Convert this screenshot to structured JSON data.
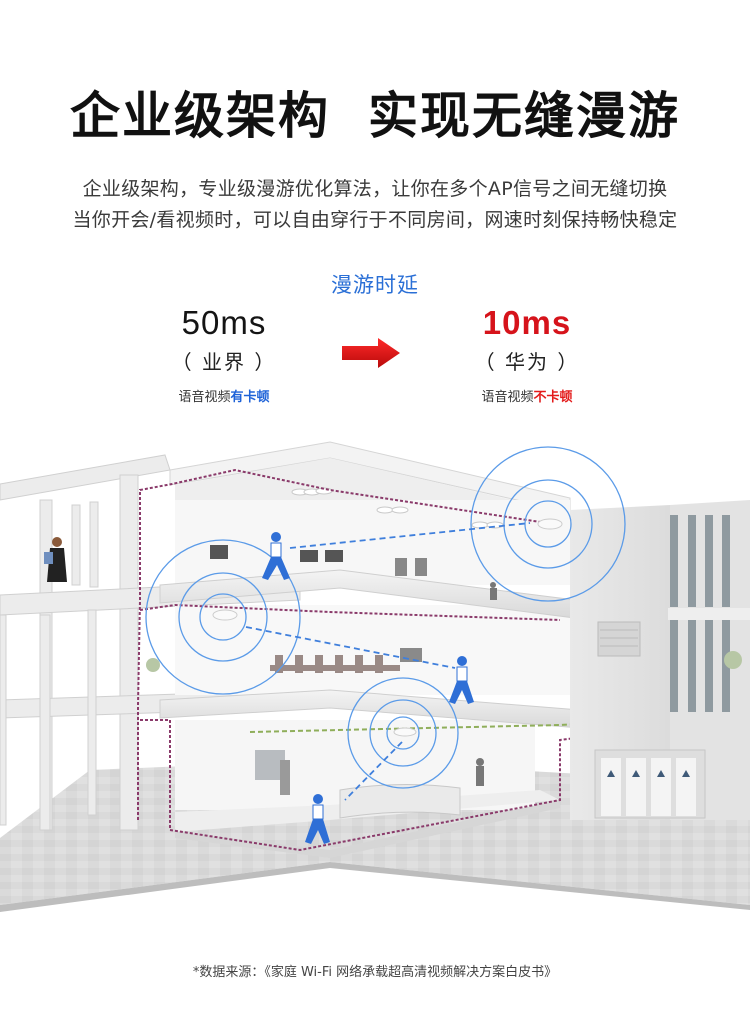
{
  "header": {
    "title_part1": "企业级架构",
    "title_part2": "实现无缝漫游"
  },
  "description": {
    "line1": "企业级架构，专业级漫游优化算法，让你在多个AP信号之间无缝切换",
    "line2": "当你开会/看视频时，可以自由穿行于不同房间，网速时刻保持畅快稳定"
  },
  "latency": {
    "title": "漫游时延",
    "industry": {
      "value": "50ms",
      "label": "（ 业界 ）",
      "note_prefix": "语音视频",
      "note_highlight": "有卡顿"
    },
    "huawei": {
      "value": "10ms",
      "label": "（ 华为 ）",
      "note_prefix": "语音视频",
      "note_highlight": "不卡顿"
    },
    "arrow_icon": "right-arrow-icon"
  },
  "illustration": {
    "description": "three-floor building cutaway with ceiling APs and roaming users",
    "signal_color": "#5b9be8",
    "cable_color": "#8a3a6a"
  },
  "colors": {
    "accent_blue": "#2a6fd6",
    "accent_red": "#d6131b"
  },
  "footer": {
    "source": "*数据来源：《家庭 Wi-Fi 网络承载超高清视频解决方案白皮书》"
  }
}
